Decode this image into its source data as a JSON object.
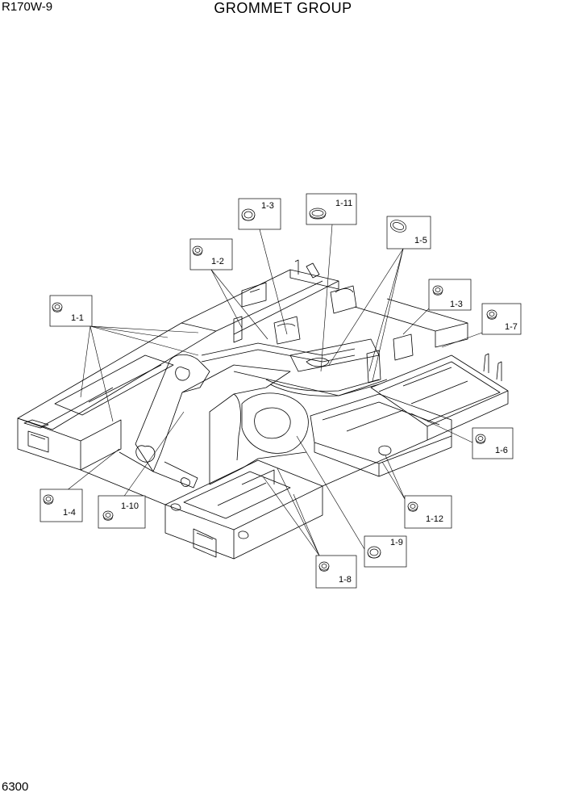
{
  "header": {
    "model": "R170W-9",
    "title": "GROMMET GROUP"
  },
  "footer": {
    "page_number": "6300"
  },
  "callouts": [
    {
      "label": "1-1"
    },
    {
      "label": "1-2"
    },
    {
      "label": "1-3"
    },
    {
      "label": "1-11"
    },
    {
      "label": "1-5"
    },
    {
      "label": "1-3"
    },
    {
      "label": "1-7"
    },
    {
      "label": "1-6"
    },
    {
      "label": "1-12"
    },
    {
      "label": "1-9"
    },
    {
      "label": "1-8"
    },
    {
      "label": "1-10"
    },
    {
      "label": "1-4"
    }
  ]
}
